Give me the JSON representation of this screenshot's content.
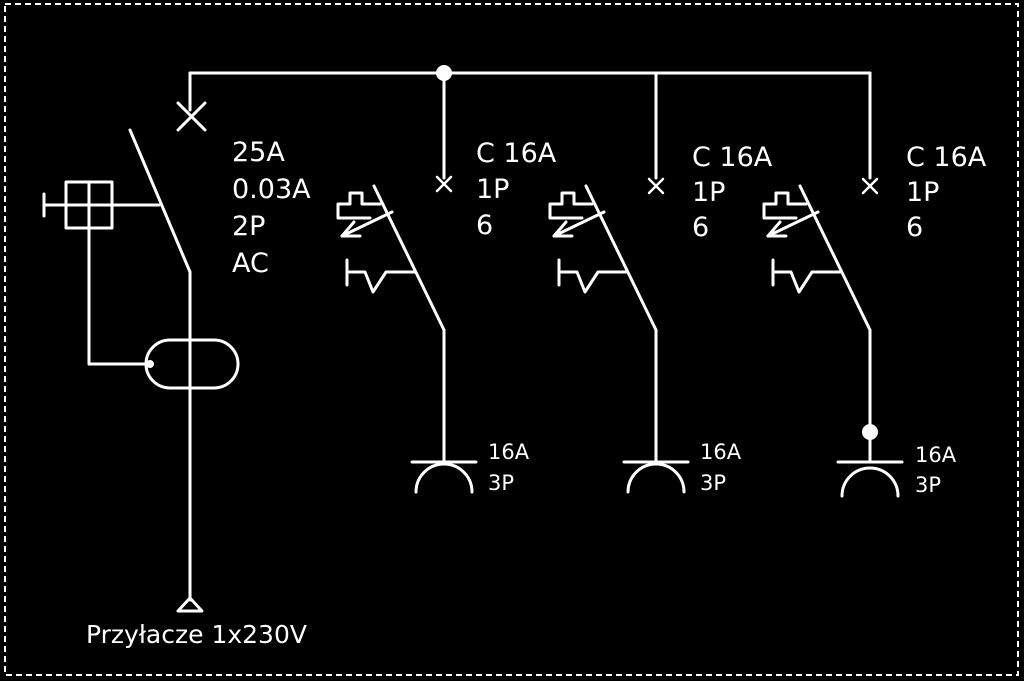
{
  "rcd": {
    "lines": [
      "25A",
      "0.03A",
      "2P",
      "AC"
    ]
  },
  "breakers": [
    {
      "lines": [
        "C 16A",
        "1P",
        "6"
      ]
    },
    {
      "lines": [
        "C 16A",
        "1P",
        "6"
      ]
    },
    {
      "lines": [
        "C 16A",
        "1P",
        "6"
      ]
    }
  ],
  "sockets": [
    {
      "lines": [
        "16A",
        "3P"
      ]
    },
    {
      "lines": [
        "16A",
        "3P"
      ]
    },
    {
      "lines": [
        "16A",
        "3P"
      ]
    }
  ],
  "supply": {
    "label": "Przyłacze 1x230V"
  },
  "colors": {
    "background": "#000000",
    "lines": "#ffffff"
  }
}
